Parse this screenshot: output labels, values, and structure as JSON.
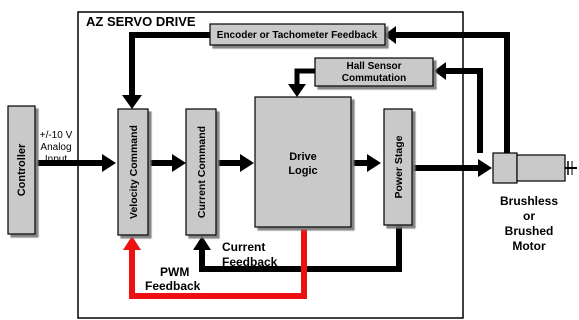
{
  "title": "AZ SERVO DRIVE",
  "blocks": {
    "controller": "Controller",
    "velocity_command": "Velocity Command",
    "current_command": "Current Command",
    "drive_logic_line1": "Drive",
    "drive_logic_line2": "Logic",
    "power_stage": "Power Stage",
    "encoder_feedback": "Encoder or Tachometer Feedback",
    "hall_sensor_line1": "Hall Sensor",
    "hall_sensor_line2": "Commutation"
  },
  "input_label": {
    "line1": "+/-10 V",
    "line2": "Analog",
    "line3": "Input"
  },
  "current_feedback": {
    "line1": "Current",
    "line2": "Feedback"
  },
  "pwm_feedback": {
    "line1": "PWM",
    "line2": "Feedback"
  },
  "motor_label": {
    "line1": "Brushless",
    "line2": "or",
    "line3": "Brushed",
    "line4": "Motor"
  },
  "colors": {
    "block_fill": "#c9c9c9",
    "pwm_line": "#ee1111",
    "line": "#000000"
  }
}
